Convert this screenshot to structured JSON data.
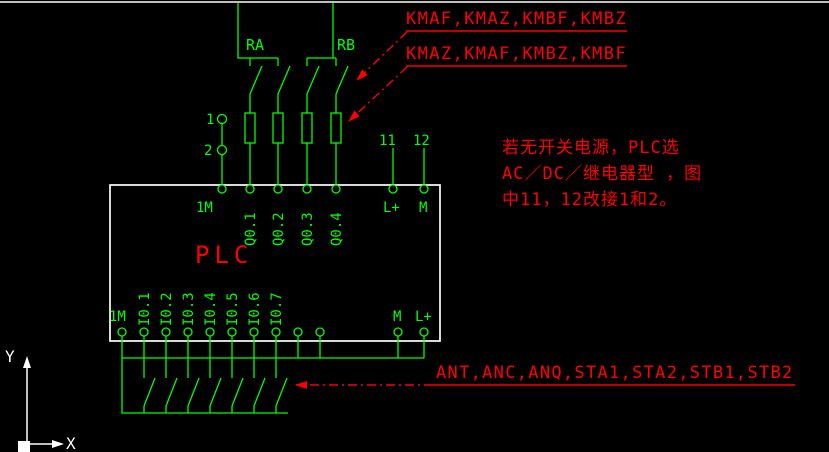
{
  "annotations": {
    "top_line1": "KMAF,KMAZ,KMBF,KMBZ",
    "top_line2": "KMAZ,KMAF,KMBZ,KMBF",
    "bottom_line": "ANT,ANC,ANQ,STA1,STA2,STB1,STB2",
    "note_line1": "若无开关电源，PLC选",
    "note_line2": "AC／DC／继电器型 ，图",
    "note_line3": "中11，12改接1和2。"
  },
  "relays": {
    "ra": "RA",
    "rb": "RB"
  },
  "terminal_numbers": {
    "n1": "1",
    "n2": "2",
    "n11": "11",
    "n12": "12"
  },
  "plc": {
    "label": "PLC",
    "top": [
      "1M",
      "Q0.1",
      "Q0.2",
      "Q0.3",
      "Q0.4",
      "L+",
      "M"
    ],
    "bottom": [
      "1M",
      "I0.1",
      "I0.2",
      "I0.3",
      "I0.4",
      "I0.5",
      "I0.6",
      "I0.7",
      "M",
      "L+"
    ]
  },
  "axes": {
    "x": "X",
    "y": "Y"
  },
  "colors": {
    "wire": "#00ff00",
    "annotation": "#ff0000",
    "box": "#ffffff",
    "background": "#000000"
  }
}
